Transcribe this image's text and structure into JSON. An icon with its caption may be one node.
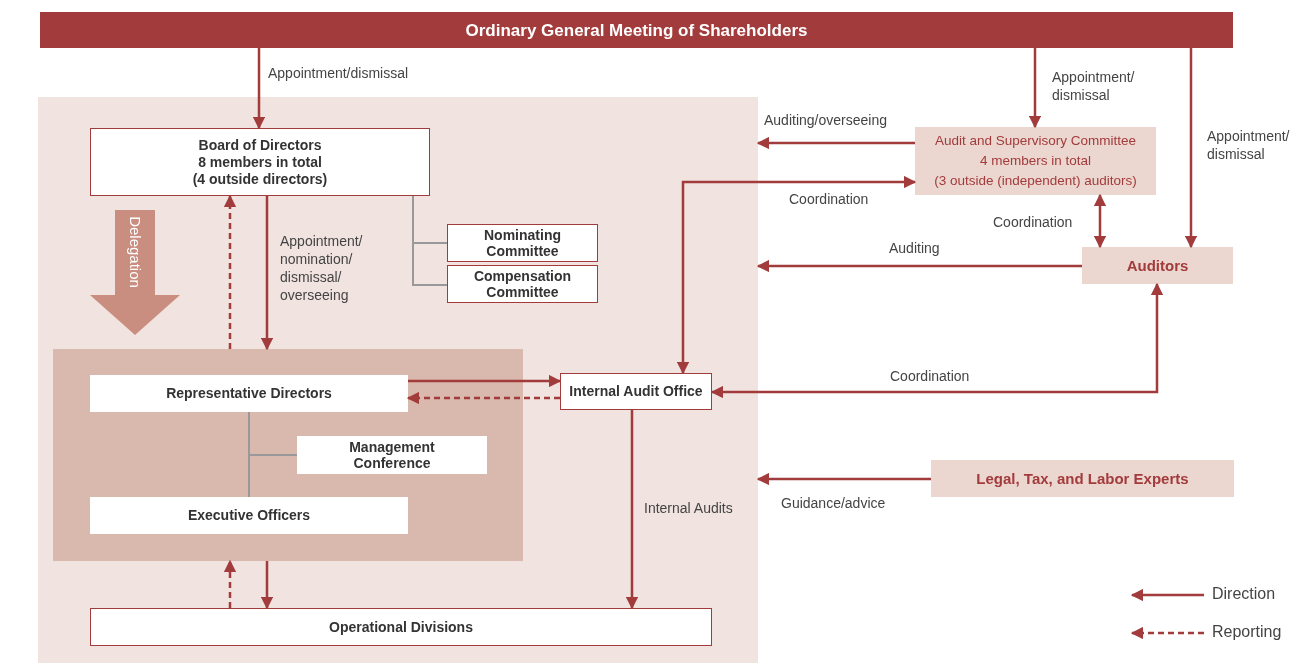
{
  "diagram": {
    "nodes": [
      {
        "text": [
          "Ordinary General Meeting of Shareholders"
        ]
      },
      {
        "text": [],
        "shape": "box"
      },
      {
        "text": [
          "Board of Directors",
          "8 members in total",
          "(4 outside directors)"
        ],
        "in": 1
      },
      {
        "text": [
          "Nominating Committee"
        ],
        "in": 1
      },
      {
        "text": [
          "Compensation Committee"
        ],
        "in": 1
      },
      {
        "text": [],
        "shape": "box",
        "in": 1
      },
      {
        "text": [
          "Representative Directors"
        ],
        "in": 5
      },
      {
        "text": [
          "Management Conference"
        ],
        "in": 5
      },
      {
        "text": [
          "Executive Officers"
        ],
        "in": 5
      },
      {
        "text": [
          "Internal Audit Office"
        ],
        "in": 1
      },
      {
        "text": [
          "Operational Divisions"
        ],
        "in": 1
      },
      {
        "text": [
          "Audit and Supervisory Committee",
          "4 members in total",
          "(3 outside (independent) auditors)"
        ]
      },
      {
        "text": [
          "Auditors"
        ]
      },
      {
        "text": [
          "Legal, Tax, and Labor Experts"
        ]
      }
    ],
    "edges": [
      {
        "from": 0,
        "to": 2,
        "arrow": "to",
        "label": "Appointment/dismissal"
      },
      {
        "from": 0,
        "to": 11,
        "arrow": "to",
        "label": "Appointment/ dismissal"
      },
      {
        "from": 0,
        "to": 12,
        "arrow": "to",
        "label": "Appointment/ dismissal"
      },
      {
        "from": 11,
        "to": 1,
        "arrow": "to",
        "label": "Auditing/overseeing"
      },
      {
        "from": 9,
        "to": 11,
        "arrow": "both",
        "label": "Coordination"
      },
      {
        "from": 11,
        "to": 12,
        "arrow": "both",
        "label": "Coordination"
      },
      {
        "from": 12,
        "to": 1,
        "arrow": "to",
        "label": "Auditing"
      },
      {
        "from": 9,
        "to": 12,
        "arrow": "both",
        "label": "Coordination"
      },
      {
        "from": 13,
        "to": 1,
        "arrow": "to",
        "label": "Guidance/advice"
      },
      {
        "from": 2,
        "to": 5,
        "arrow": "to",
        "label": "Appointment/ nomination/ dismissal/ overseeing"
      },
      {
        "from": 5,
        "to": 2,
        "arrow": "to",
        "style": "dashed"
      },
      {
        "from": 6,
        "to": 9,
        "arrow": "to"
      },
      {
        "from": 9,
        "to": 6,
        "arrow": "to",
        "style": "dashed"
      },
      {
        "from": 5,
        "to": 10,
        "arrow": "to"
      },
      {
        "from": 10,
        "to": 5,
        "arrow": "to",
        "style": "dashed"
      },
      {
        "from": 9,
        "to": 10,
        "arrow": "to",
        "label": "Internal Audits"
      },
      {
        "from": 2,
        "to": 3,
        "arrow": "none",
        "color": "#999999"
      },
      {
        "from": 2,
        "to": 4,
        "arrow": "none",
        "color": "#999999"
      },
      {
        "from": 6,
        "to": 7,
        "arrow": "none",
        "color": "#999999"
      },
      {
        "from": 6,
        "to": 8,
        "arrow": "none",
        "color": "#999999"
      }
    ],
    "labels": [
      "Delegation"
    ],
    "legend": [
      {
        "text": "Direction"
      },
      {
        "text": "Reporting"
      }
    ]
  }
}
